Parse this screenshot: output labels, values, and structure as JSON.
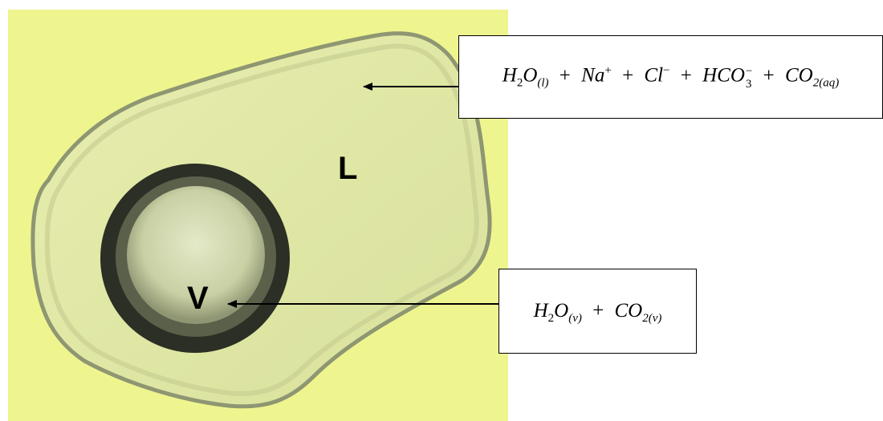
{
  "labels": {
    "liquid": "L",
    "vapor": "V"
  },
  "liquid_formula": {
    "t1": "H",
    "t1_sub": "2",
    "t2": "O",
    "t2_sub": "(l)",
    "op1": "+",
    "t3": "Na",
    "t3_sup": "+",
    "op2": "+",
    "t4": "Cl",
    "t4_sup": "−",
    "op3": "+",
    "t5": "HCO",
    "t5_sub": "3",
    "t5_sup": "−",
    "op4": "+",
    "t6": "CO",
    "t6_sub": "2(aq)"
  },
  "vapor_formula": {
    "t1": "H",
    "t1_sub": "2",
    "t2": "O",
    "t2_sub": "(v)",
    "op1": "+",
    "t3": "CO",
    "t3_sub": "2(v)"
  },
  "colors": {
    "background": "#eef58f",
    "inclusion_fill": "#dfe6a4",
    "inclusion_edge": "#8e9672",
    "bubble_ring": "#2b2f25",
    "bubble_core": "#d6dcb6"
  }
}
